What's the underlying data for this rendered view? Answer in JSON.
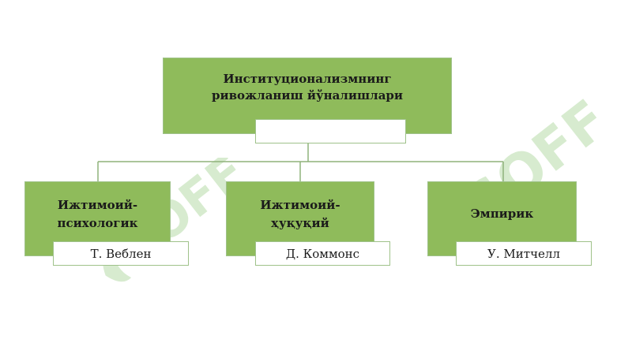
{
  "diagram": {
    "root": {
      "title": "Институционализмнинг\nривожланиш йўналишлари",
      "label": ""
    },
    "children": [
      {
        "title": "Ижтимоий-\nпсихологик",
        "label": "Т. Веблен"
      },
      {
        "title": "Ижтимоий-\nҳуқуқий",
        "label": "Д. Коммонс"
      },
      {
        "title": "Эмпирик",
        "label": "У. Митчелл"
      }
    ]
  },
  "watermark": {
    "text": "SOFF",
    "color": "#b7dca8"
  },
  "colors": {
    "box_fill": "#8fbb5b",
    "border": "#9fc28a",
    "connector": "#8fb27a",
    "label_fill": "#ffffff"
  }
}
